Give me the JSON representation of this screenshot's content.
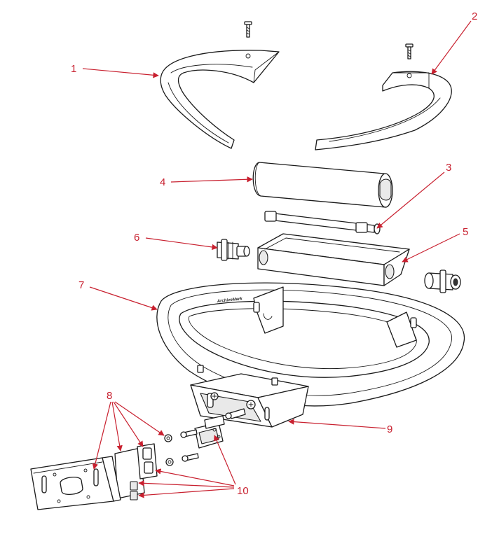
{
  "colors": {
    "callout": "#c8202f",
    "linework": "#1a1a1a"
  },
  "callouts": [
    {
      "label": "1"
    },
    {
      "label": "2"
    },
    {
      "label": "3"
    },
    {
      "label": "4"
    },
    {
      "label": "5"
    },
    {
      "label": "6"
    },
    {
      "label": "7"
    },
    {
      "label": "8"
    },
    {
      "label": "9"
    },
    {
      "label": "10"
    }
  ]
}
